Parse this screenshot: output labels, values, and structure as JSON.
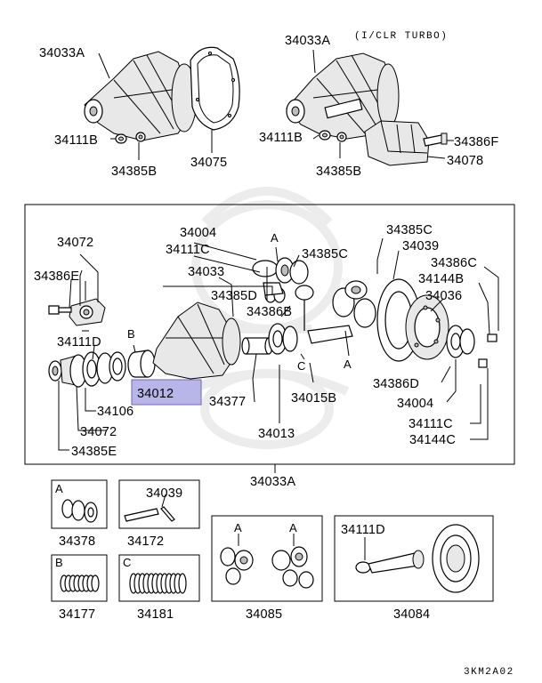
{
  "labels": {
    "housing_std": "34033A",
    "turbo_note": "(I/CLR TURBO)",
    "housing_turbo": "34033A",
    "bolt_std": "34111B",
    "nut_std": "34385B",
    "gasket": "34075",
    "bolt_turbo": "34111B",
    "nut_turbo": "34385B",
    "mount_bolt": "34386F",
    "bracket": "34078",
    "p34004_top": "34004",
    "p34111c_top": "34111C",
    "p34072_top": "34072",
    "p34386e": "34386E",
    "p34111d": "34111D",
    "tag_b_main": "B",
    "p34033": "34033",
    "p34385d": "34385D",
    "p34386b": "34386B",
    "p34385c_mid": "34385C",
    "tag_a_top": "A",
    "p34385c_right": "34385C",
    "p34039": "34039",
    "p34386c": "34386C",
    "p34144b": "34144B",
    "p34036": "34036",
    "p34012": "34012",
    "p34106": "34106",
    "p34377": "34377",
    "tag_c_main": "C",
    "p34015b": "34015B",
    "tag_a_bottom": "A",
    "p34386d": "34386D",
    "p34004_right": "34004",
    "p34072_bottom": "34072",
    "p34013": "34013",
    "p34111c_right": "34111C",
    "p34144c": "34144C",
    "p34385e": "34385E",
    "assembly": "34033A",
    "kit_a_tag": "A",
    "kit_34378": "34378",
    "kit_34039": "34039",
    "kit_34172": "34172",
    "kit_b_tag": "B",
    "kit_34177": "34177",
    "kit_c_tag": "C",
    "kit_34181": "34181",
    "kit_gear_a1": "A",
    "kit_gear_a2": "A",
    "kit_34085": "34085",
    "kit_34111d": "34111D",
    "kit_34084": "34084",
    "figure_code": "3KM2A02"
  },
  "colors": {
    "highlight": "#b8b5e8",
    "line": "#000000",
    "background": "#ffffff",
    "watermark": "#ececec"
  }
}
